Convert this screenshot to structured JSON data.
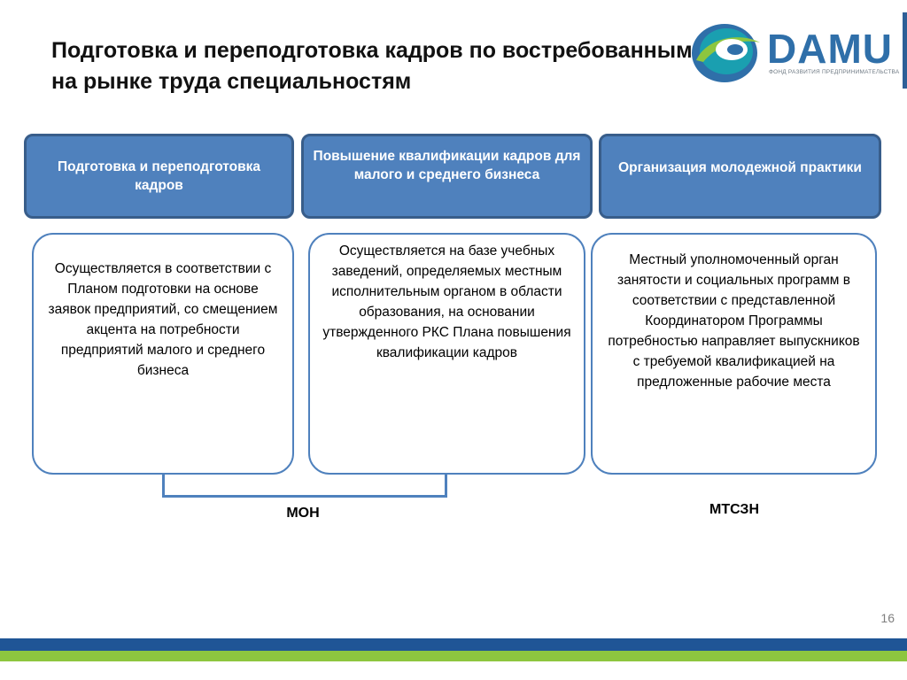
{
  "slide": {
    "title": "Подготовка и переподготовка кадров по востребованным на рынке труда специальностям",
    "page_number": "16"
  },
  "logo": {
    "name": "DAMU",
    "tagline": "ФОНД РАЗВИТИЯ ПРЕДПРИНИМАТЕЛЬСТВА",
    "colors": {
      "blue": "#2f6fa9",
      "green": "#8dc63f",
      "teal": "#1a9fb0"
    }
  },
  "columns": [
    {
      "header": "Подготовка и переподготовка кадров",
      "body": "Осуществляется в соответствии с Планом подготовки на основе заявок предприятий, со смещением акцента на потребности предприятий малого и среднего бизнеса"
    },
    {
      "header": "Повышение квалификации кадров для малого и среднего бизнеса",
      "body": "Осуществляется на базе учебных заведений, определяемых местным исполнительным органом в области образования, на основании утвержденного РКС Плана повышения квалификации кадров"
    },
    {
      "header": "Организация молодежной практики",
      "body": "Местный уполномоченный орган занятости и социальных программ в соответствии с представленной Координатором Программы потребностью направляет выпускников с требуемой квалификацией на предложенные рабочие места"
    }
  ],
  "labels": {
    "mon": "МОН",
    "mtszn": "МТСЗН"
  },
  "colors": {
    "header_fill": "#4f81bd",
    "header_border": "#385d8a",
    "footer_blue": "#1f5596",
    "footer_green": "#8dc63f"
  }
}
